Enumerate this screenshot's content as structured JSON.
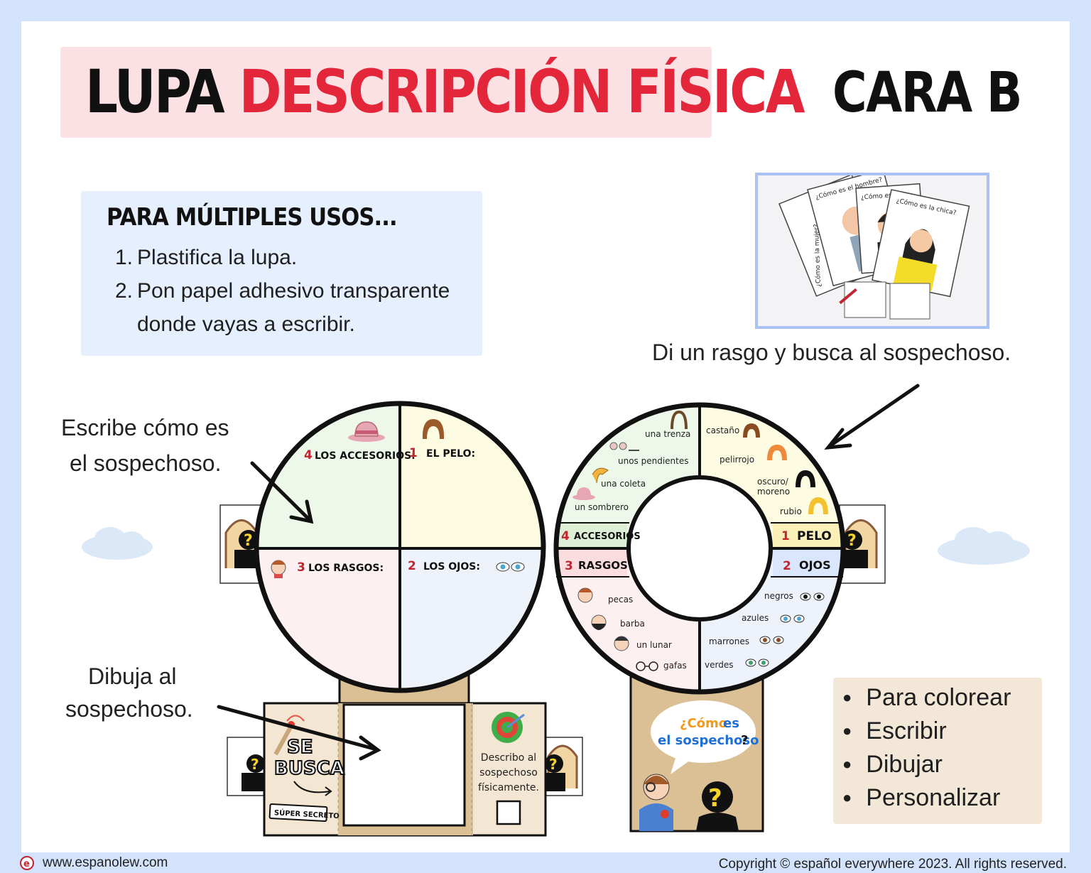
{
  "header": {
    "title_black": "LUPA",
    "title_red": "DESCRIPCIÓN FÍSICA",
    "side_label": "CARA B"
  },
  "usos": {
    "title": "PARA MÚLTIPLES USOS...",
    "items": [
      {
        "num": "1.",
        "text": "Plastifica la lupa."
      },
      {
        "num": "2.",
        "text": "Pon papel adhesivo transparente"
      },
      {
        "num": "",
        "text": "donde vayas a escribir."
      }
    ]
  },
  "photo": {
    "card_labels": [
      "¿Cómo es la mujer?",
      "¿Cómo es el hombre?",
      "¿Cómo es el",
      "¿Cómo es la chica?"
    ]
  },
  "captions": {
    "right_top": "Di un rasgo y busca al sospechoso.",
    "left_top_1": "Escribe cómo es",
    "left_top_2": "el sospechoso.",
    "left_bottom_1": "Dibuja al",
    "left_bottom_2": "sospechoso."
  },
  "left_lens": {
    "q4": {
      "num": "4",
      "label": "LOS ACCESORIOS:"
    },
    "q1": {
      "num": "1",
      "label": "EL PELO:"
    },
    "q3": {
      "num": "3",
      "label": "LOS RASGOS:"
    },
    "q2": {
      "num": "2",
      "label": "LOS OJOS:"
    }
  },
  "left_handle": {
    "se": "SE",
    "busca": "BUSCA",
    "stamp": "SÚPER SECRETO",
    "describo_1": "Describo al",
    "describo_2": "sospechoso",
    "describo_3": "físicamente."
  },
  "right_lens": {
    "pelo": {
      "num": "1",
      "label": "PELO",
      "items": [
        "castaño",
        "pelirrojo",
        "oscuro/",
        "moreno",
        "rubio"
      ]
    },
    "ojos": {
      "num": "2",
      "label": "OJOS",
      "items": [
        "negros",
        "azules",
        "marrones",
        "verdes"
      ]
    },
    "rasgos": {
      "num": "3",
      "label": "RASGOS",
      "items": [
        "pecas",
        "barba",
        "un lunar",
        "gafas"
      ]
    },
    "accesorios": {
      "num": "4",
      "label": "ACCESORIOS",
      "items": [
        "una trenza",
        "unos pendientes",
        "una coleta",
        "un sombrero"
      ]
    }
  },
  "right_handle": {
    "bubble_1a": "¿Cómo",
    "bubble_1b": "es",
    "bubble_2a": "el sospechoso",
    "bubble_2b": "?"
  },
  "features": {
    "items": [
      "Para colorear",
      "Escribir",
      "Dibujar",
      "Personalizar"
    ]
  },
  "footer": {
    "website": "www.espanolew.com",
    "copyright": "Copyright © español everywhere 2023. All rights reserved."
  },
  "colors": {
    "accent_red": "#e3263a",
    "bubble_orange": "#f39a1b",
    "bubble_blue": "#1f6fd6"
  }
}
